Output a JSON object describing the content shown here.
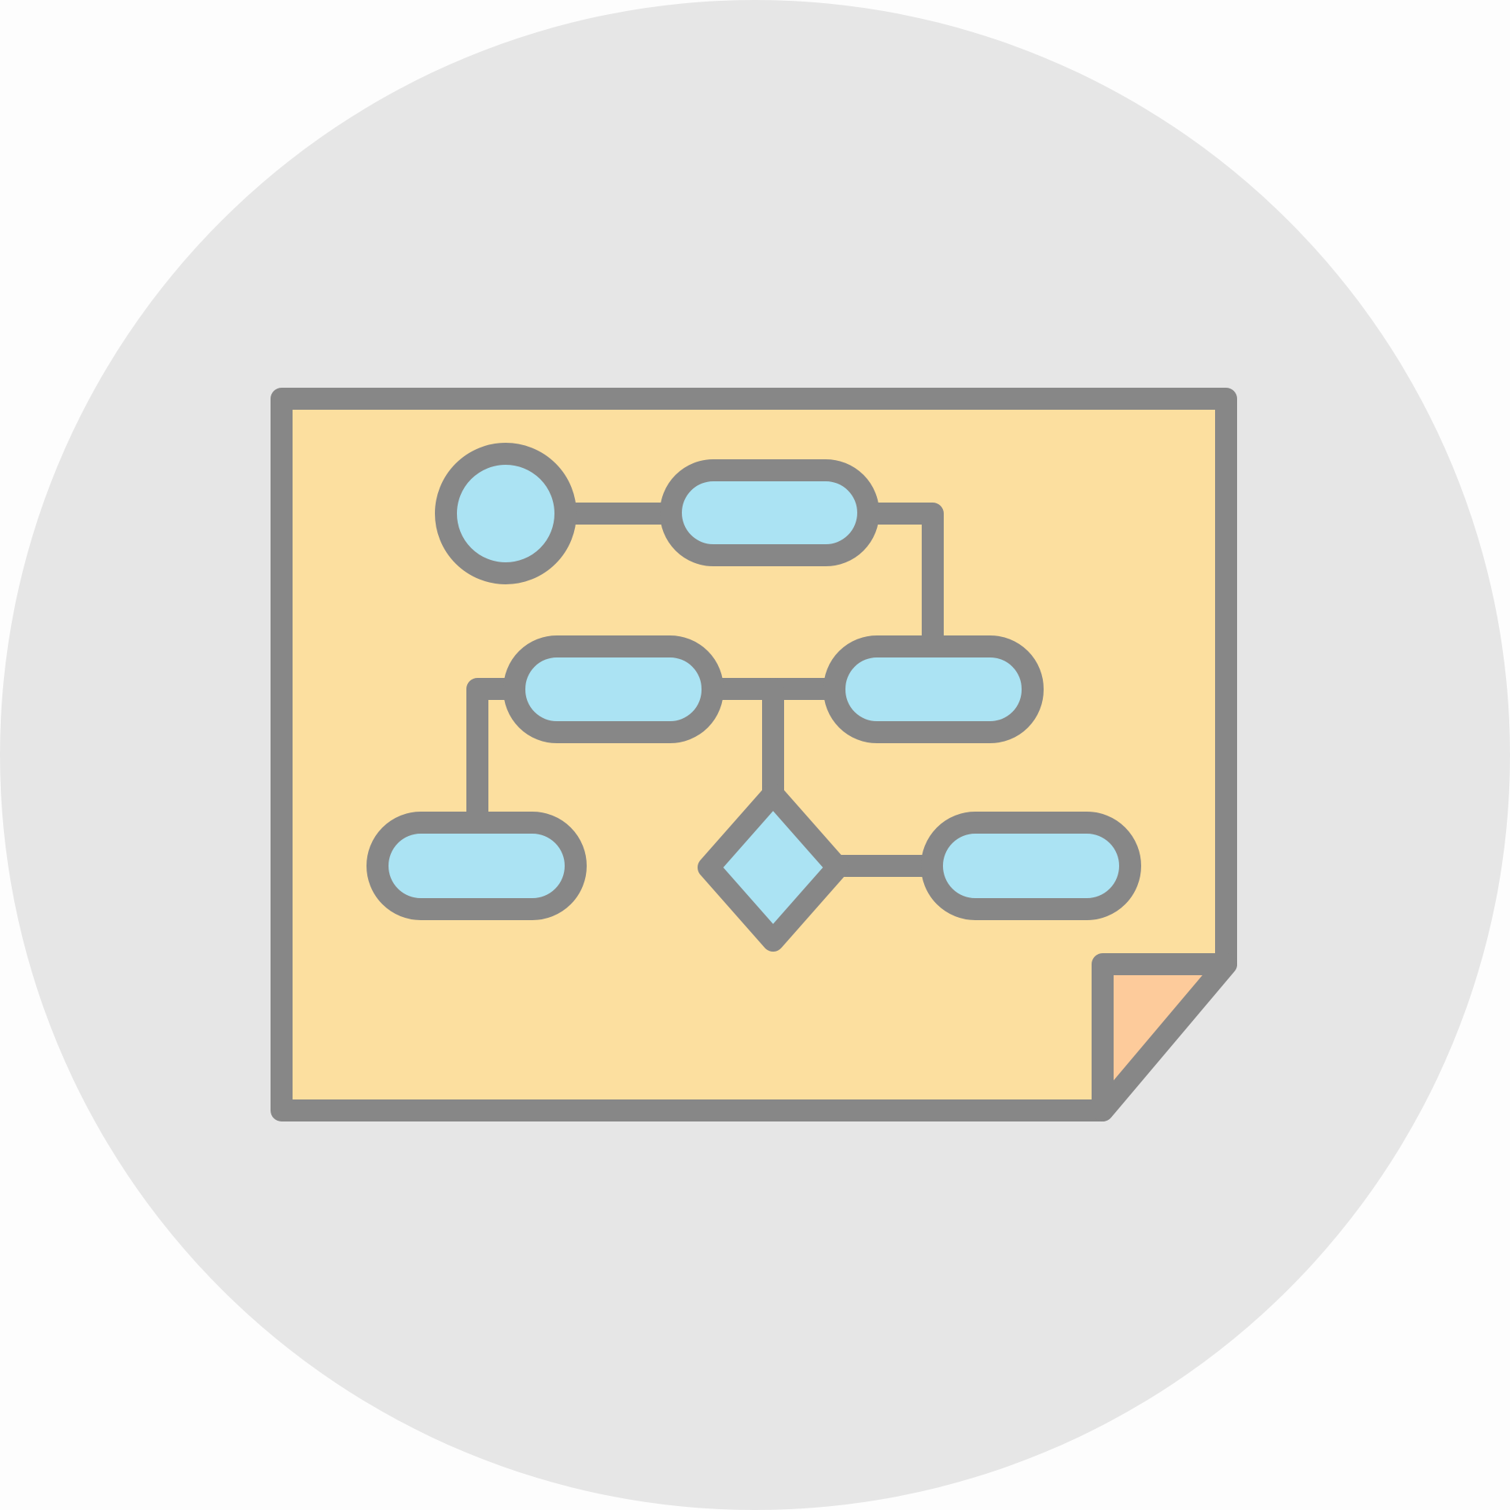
{
  "icon": {
    "name": "flowchart-document-icon",
    "colors": {
      "page_background": "#fdfdfd",
      "circle_background": "#e6e6e6",
      "sheet_fill": "#fcdf9f",
      "fold_fill": "#fdcb9b",
      "node_fill": "#abe3f3",
      "stroke": "#878787"
    },
    "flowchart": {
      "nodes": [
        {
          "id": "start",
          "shape": "circle"
        },
        {
          "id": "step-1",
          "shape": "rounded-rectangle"
        },
        {
          "id": "step-2",
          "shape": "rounded-rectangle"
        },
        {
          "id": "step-3",
          "shape": "rounded-rectangle"
        },
        {
          "id": "step-4",
          "shape": "rounded-rectangle"
        },
        {
          "id": "decision",
          "shape": "diamond"
        },
        {
          "id": "step-5",
          "shape": "rounded-rectangle"
        }
      ],
      "connectors": [
        {
          "from": "start",
          "to": "step-1"
        },
        {
          "from": "step-1",
          "to": "step-3"
        },
        {
          "from": "step-2",
          "to": "step-3"
        },
        {
          "from": "step-2",
          "to": "step-4"
        },
        {
          "from": "step-2",
          "to": "decision"
        },
        {
          "from": "decision",
          "to": "step-5"
        }
      ]
    }
  }
}
